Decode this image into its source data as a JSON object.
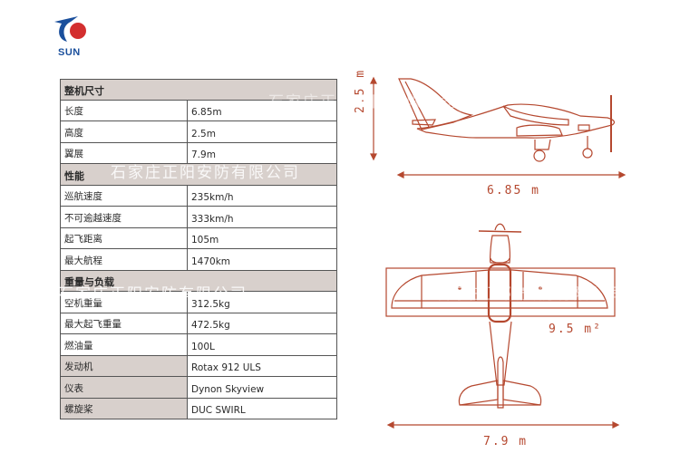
{
  "logo": {
    "text": "SUN",
    "colors": {
      "blue": "#1a4f9c",
      "red": "#d32f2f"
    }
  },
  "spec_table": {
    "sections": [
      {
        "title": "整机尺寸",
        "rows": [
          {
            "label": "长度",
            "value": "6.85m"
          },
          {
            "label": "高度",
            "value": "2.5m"
          },
          {
            "label": "翼展",
            "value": "7.9m"
          }
        ]
      },
      {
        "title": "性能",
        "rows": [
          {
            "label": "巡航速度",
            "value": "235km/h"
          },
          {
            "label": "不可逾越速度",
            "value": "333km/h"
          },
          {
            "label": "起飞距离",
            "value": "105m"
          },
          {
            "label": "最大航程",
            "value": "1470km"
          }
        ]
      },
      {
        "title": "重量与负载",
        "rows": [
          {
            "label": "空机重量",
            "value": "312.5kg"
          },
          {
            "label": "最大起飞重量",
            "value": "472.5kg"
          },
          {
            "label": "燃油量",
            "value": "100L"
          }
        ]
      }
    ],
    "component_rows": [
      {
        "label": "发动机",
        "value": "Rotax 912 ULS"
      },
      {
        "label": "仪表",
        "value": "Dynon Skyview"
      },
      {
        "label": "螺旋桨",
        "value": "DUC SWIRL"
      }
    ]
  },
  "drawings": {
    "side_view": {
      "height_label": "2.5 m",
      "length_label": "6.85 m"
    },
    "top_view": {
      "wing_area_label": "9.5 m²",
      "span_label": "7.9 m"
    },
    "line_color": "#b5482f"
  },
  "watermark": {
    "text": "石家庄正阳安防有限公司"
  }
}
